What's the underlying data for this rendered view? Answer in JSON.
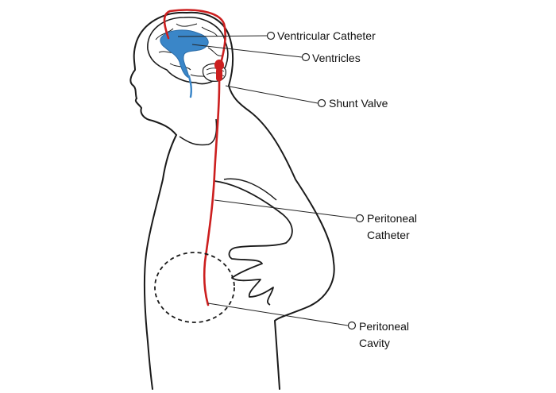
{
  "colors": {
    "outline": "#1a1a1a",
    "catheter": "#cc1f1f",
    "ventricles": "#3a86c8",
    "leader": "#222222"
  },
  "labels": {
    "ventricular_catheter": "Ventricular Catheter",
    "ventricles": "Ventricles",
    "shunt_valve": "Shunt Valve",
    "peritoneal_catheter_1": "Peritoneal",
    "peritoneal_catheter_2": "Catheter",
    "peritoneal_cavity_1": "Peritoneal",
    "peritoneal_cavity_2": "Cavity"
  }
}
